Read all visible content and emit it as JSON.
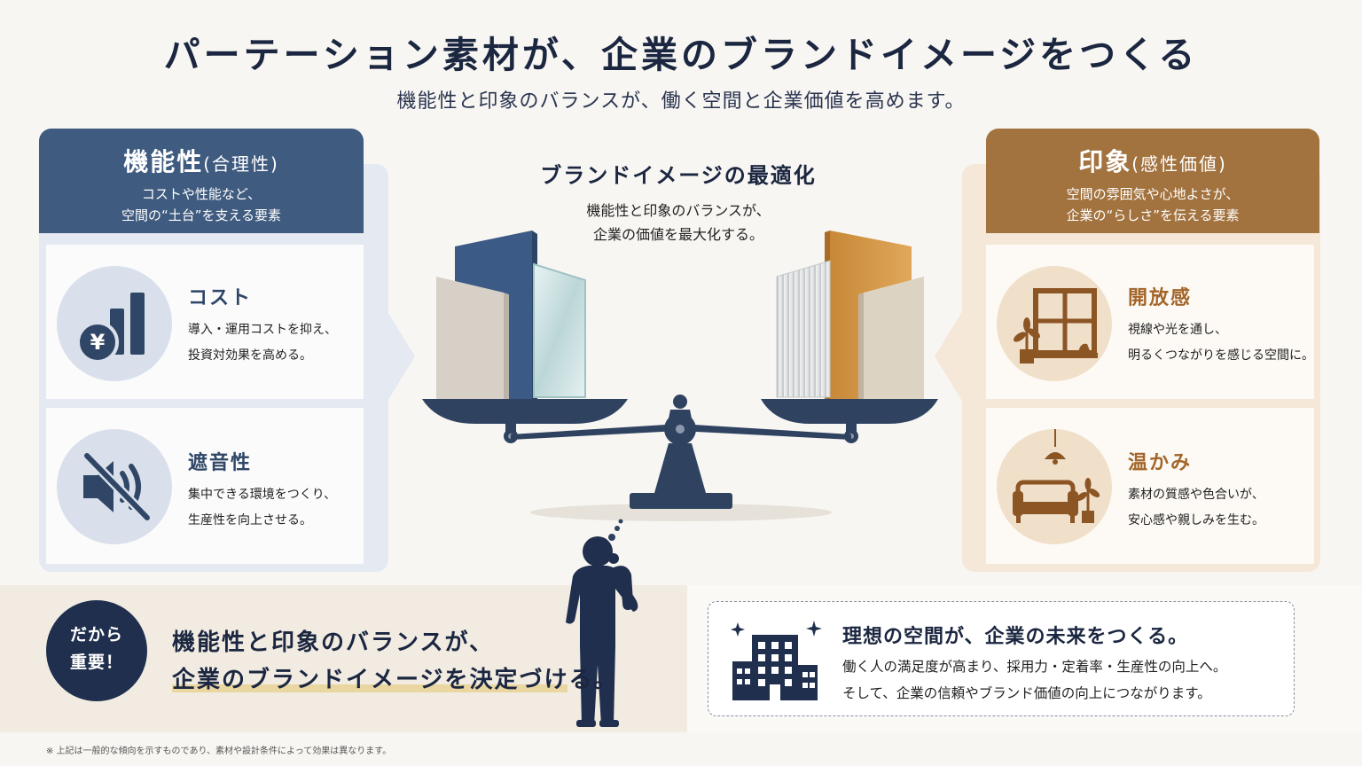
{
  "title": "パーテーション素材が、企業のブランドイメージをつくる",
  "subtitle": "機能性と印象のバランスが、働く空間と企業価値を高めます。",
  "left_panel": {
    "heading": "機能性",
    "heading_paren": "(合理性)",
    "desc_line1": "コストや性能など、",
    "desc_line2": "空間の“土台”を支える要素",
    "items": [
      {
        "title": "コスト",
        "line1": "導入・運用コストを抑え、",
        "line2": "投資対効果を高める。",
        "icon": "yen-chart-icon"
      },
      {
        "title": "遮音性",
        "line1": "集中できる環境をつくり、",
        "line2": "生産性を向上させる。",
        "icon": "speaker-mute-icon"
      }
    ],
    "color": "#3f5b7f"
  },
  "right_panel": {
    "heading": "印象",
    "heading_paren": "(感性価値)",
    "desc_line1": "空間の雰囲気や心地よさが、",
    "desc_line2": "企業の“らしさ”を伝える要素",
    "items": [
      {
        "title": "開放感",
        "line1": "視線や光を通し、",
        "line2": "明るくつながりを感じる空間に。",
        "icon": "window-plant-icon"
      },
      {
        "title": "温かみ",
        "line1": "素材の質感や色合いが、",
        "line2": "安心感や親しみを生む。",
        "icon": "sofa-lamp-icon"
      }
    ],
    "color": "#a3733f"
  },
  "center": {
    "title": "ブランドイメージの最適化",
    "desc_line1": "機能性と印象のバランスが、",
    "desc_line2": "企業の価値を最大化する。"
  },
  "bottom": {
    "badge_line1": "だから",
    "badge_line2": "重要！",
    "message_line1": "機能性と印象のバランスが、",
    "message_line2": "企業のブランドイメージを決定づける。",
    "ideal_title": "理想の空間が、企業の未来をつくる。",
    "ideal_line1": "働く人の満足度が高まり、採用力・定着率・生産性の向上へ。",
    "ideal_line2": "そして、企業の信頼やブランド価値の向上につながります。"
  },
  "footnote": "※ 上記は一般的な傾向を示すものであり、素材や設計条件によって効果は異なります。"
}
